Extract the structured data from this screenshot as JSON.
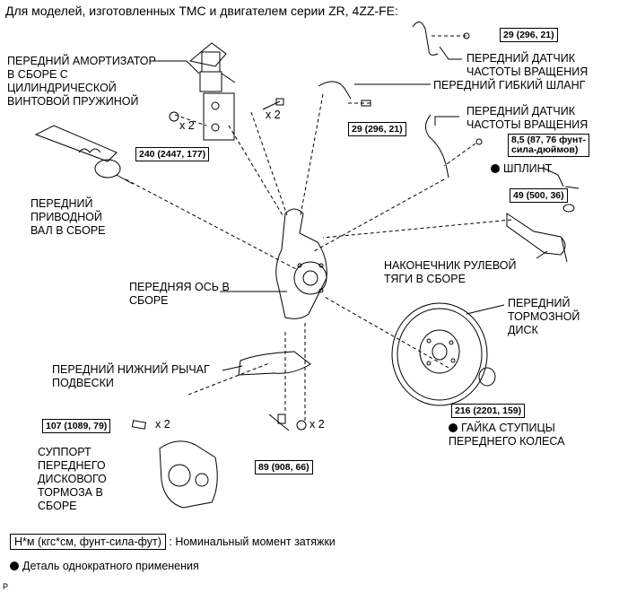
{
  "title": "Для моделей, изготовленных TMC и двигателем серии ZR, 4ZZ-FE:",
  "labels": {
    "shock_absorber": [
      "ПЕРЕДНИЙ АМОРТИЗАТОР",
      "В СБОРЕ С",
      "ЦИЛИНДРИЧЕСКОЙ",
      "ВИНТОВОЙ ПРУЖИНОЙ"
    ],
    "speed_sensor_top": [
      "ПЕРЕДНИЙ ДАТЧИК",
      "ЧАСТОТЫ ВРАЩЕНИЯ"
    ],
    "flex_hose": "ПЕРЕДНИЙ ГИБКИЙ ШЛАНГ",
    "speed_sensor_mid": [
      "ПЕРЕДНИЙ ДАТЧИК",
      "ЧАСТОТЫ ВРАЩЕНИЯ"
    ],
    "cotter_pin": "ШПЛИНТ",
    "drive_shaft": [
      "ПЕРЕДНИЙ",
      "ПРИВОДНОЙ",
      "ВАЛ В СБОРЕ"
    ],
    "tie_rod_end": [
      "НАКОНЕЧНИК РУЛЕВОЙ",
      "ТЯГИ В СБОРЕ"
    ],
    "front_axle": [
      "ПЕРЕДНЯЯ ОСЬ В",
      "СБОРЕ"
    ],
    "brake_disc": [
      "ПЕРЕДНИЙ",
      "ТОРМОЗНОЙ",
      "ДИСК"
    ],
    "lower_arm": [
      "ПЕРЕДНИЙ НИЖНИЙ РЫЧАГ",
      "ПОДВЕСКИ"
    ],
    "hub_nut": [
      "ГАЙКА СТУПИЦЫ",
      "ПЕРЕДНЕГО КОЛЕСА"
    ],
    "caliper": [
      "СУППОРТ",
      "ПЕРЕДНЕГО",
      "ДИСКОВОГО",
      "ТОРМОЗА В",
      "СБОРЕ"
    ]
  },
  "torques": {
    "t1": "29 (296, 21)",
    "t2": "29 (296, 21)",
    "t3": [
      "8,5 (87, 76 фунт-",
      "сила-дюймов)"
    ],
    "t4": "49 (500, 36)",
    "t5": "240 (2447, 177)",
    "t6": "216 (2201, 159)",
    "t7": "107 (1089, 79)",
    "t8": "89 (908, 66)"
  },
  "multipliers": {
    "m1": "x 2",
    "m2": "x 2",
    "m3": "x 2",
    "m4": "x 2"
  },
  "legend": {
    "torque_box": "Н*м (кгс*см, фунт-сила-фут)",
    "torque_text": ": Номинальный момент затяжки",
    "single_use": "Деталь однократного применения"
  },
  "corner_mark": "P"
}
